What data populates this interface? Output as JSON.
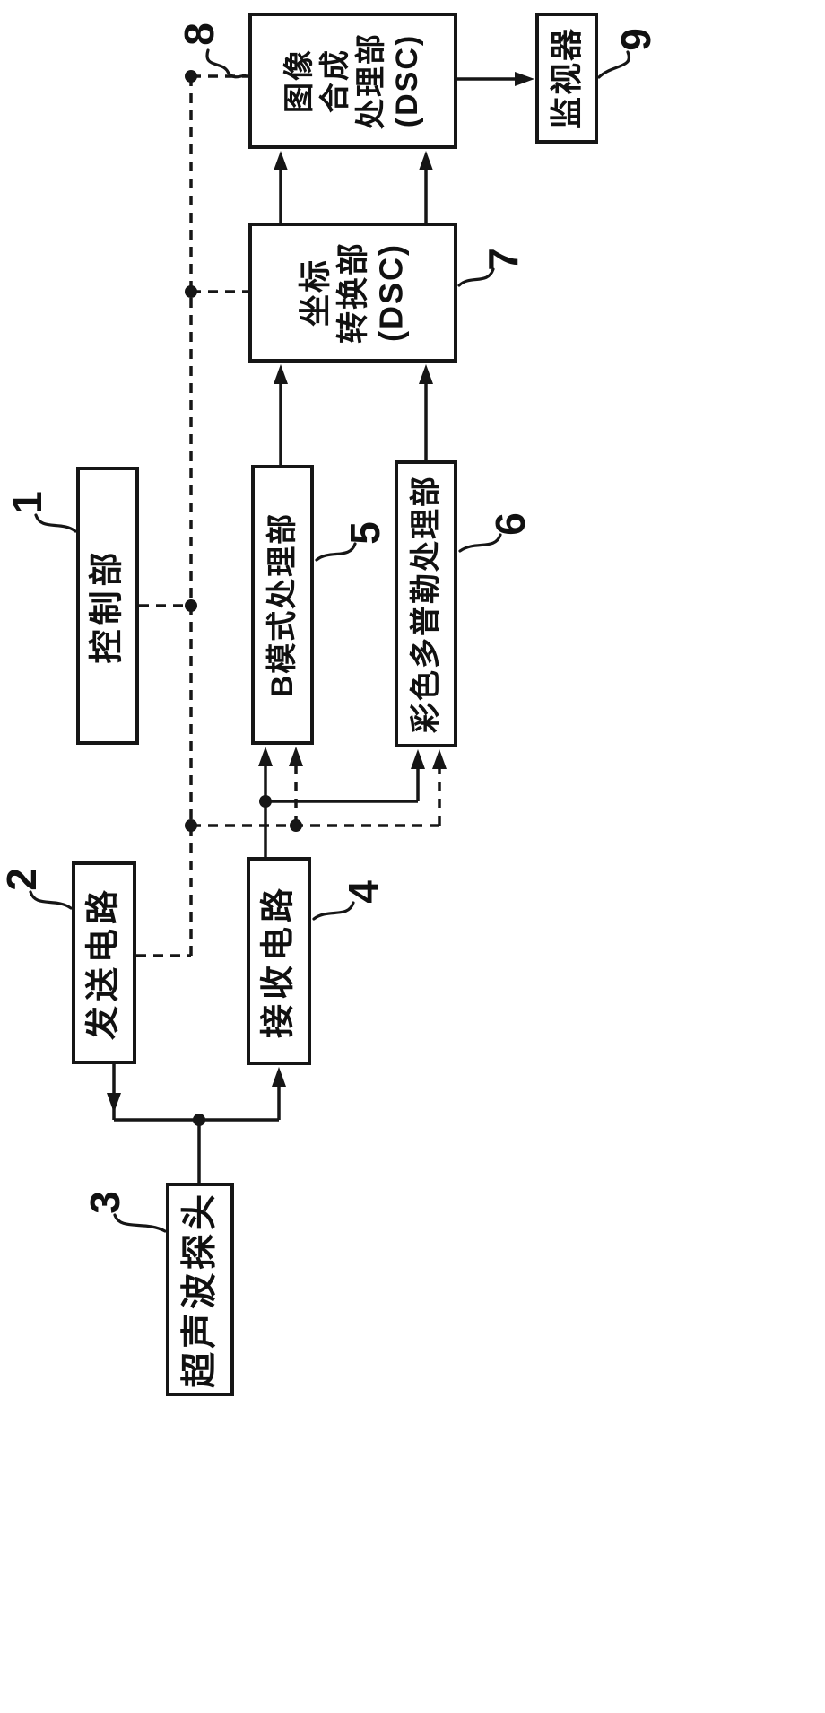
{
  "figure": {
    "type": "patent-block-diagram",
    "description": "Ultrasound diagnostic apparatus block diagram (rotated 90 degrees)",
    "background": "#ffffff",
    "line_color": "#161616"
  },
  "blocks": {
    "b1": {
      "ref": "1",
      "label": "控制部"
    },
    "b2": {
      "ref": "2",
      "label": "发送电路"
    },
    "b3": {
      "ref": "3",
      "label": "超声波探头"
    },
    "b4": {
      "ref": "4",
      "label": "接收电路"
    },
    "b5": {
      "ref": "5",
      "label": "B模式处理部"
    },
    "b6": {
      "ref": "6",
      "label": "彩色多普勒处理部"
    },
    "b7": {
      "ref": "7",
      "label": "坐标\n转换部\n(DSC)"
    },
    "b8": {
      "ref": "8",
      "label": "图像\n合成\n处理部\n(DSC)"
    },
    "b9": {
      "ref": "9",
      "label": "监视器"
    }
  }
}
